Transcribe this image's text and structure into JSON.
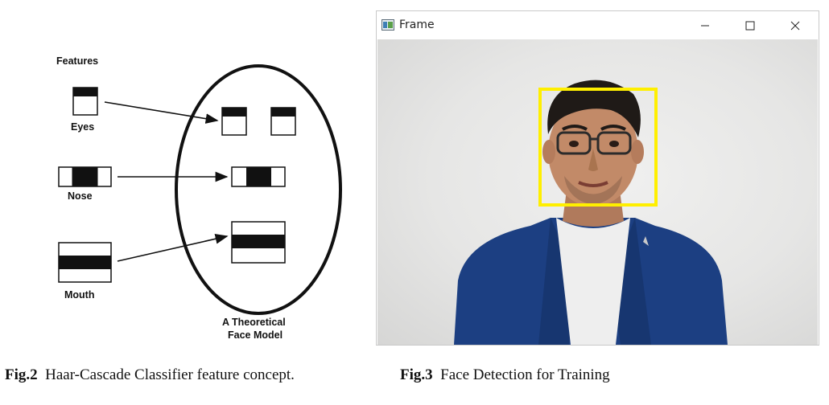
{
  "fig2": {
    "features_heading": "Features",
    "eyes_label": "Eyes",
    "nose_label": "Nose",
    "mouth_label": "Mouth",
    "model_label_line1": "A Theoretical",
    "model_label_line2": "Face Model"
  },
  "window": {
    "title": "Frame",
    "icons": {
      "app": "frame-app-icon",
      "minimize": "minimize-icon",
      "maximize": "maximize-icon",
      "close": "close-icon"
    },
    "detection_box_color": "#ffef00"
  },
  "captions": {
    "fig2_label": "Fig.2",
    "fig2_text": "Haar-Cascade Classifier  feature concept.",
    "fig3_label": "Fig.3",
    "fig3_text": "Face Detection for Training"
  }
}
